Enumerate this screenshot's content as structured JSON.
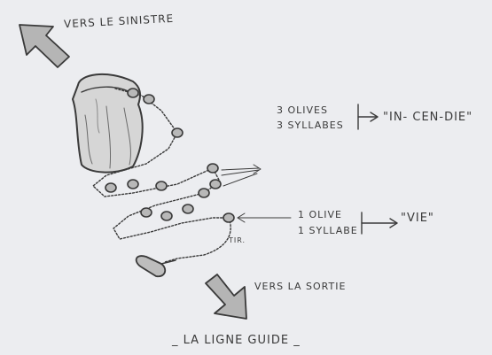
{
  "labels": {
    "vers_sinistre": "VERS LE SINISTRE",
    "olives_3": "3 OLIVES",
    "syllabes_3": "3 SYLLABES",
    "incendie": "\"IN- CEN-DIE\"",
    "olive_1": "1 OLIVE",
    "syllabe_1": "1 SYLLABE",
    "vie": "\"VIE\"",
    "tir": "TIR.",
    "vers_sortie": "VERS LA SORTIE",
    "ligne_guide": "_ LA LIGNE GUIDE _"
  },
  "icons": [
    "arrow-up-left-icon",
    "arrow-down-right-icon",
    "bag-icon",
    "carabiner-icon"
  ],
  "colors": {
    "paper": "#ecedf0",
    "ink": "#3a3a3a",
    "shade": "#9a9a9a"
  }
}
